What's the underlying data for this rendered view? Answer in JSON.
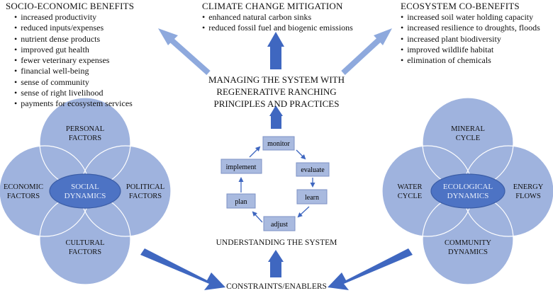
{
  "socio_economic": {
    "title": "SOCIO-ECONOMIC BENEFITS",
    "items": [
      "increased productivity",
      "reduced inputs/expenses",
      "nutrient dense products",
      "improved gut health",
      "fewer veterinary expenses",
      "financial well-being",
      "sense of community",
      "sense of right livelihood",
      "payments for ecosystem services"
    ]
  },
  "climate": {
    "title": "CLIMATE CHANGE MITIGATION",
    "items": [
      "enhanced natural carbon sinks",
      "reduced fossil fuel and biogenic emissions"
    ]
  },
  "ecosystem": {
    "title": "ECOSYSTEM CO-BENEFITS",
    "items": [
      "increased soil water holding capacity",
      "increased resilience to droughts, floods",
      "increased plant biodiversity",
      "improved wildlife habitat",
      "elimination of chemicals"
    ]
  },
  "center": {
    "title_lines": [
      "MANAGING THE SYSTEM WITH",
      "REGENERATIVE RANCHING",
      "PRINCIPLES AND PRACTICES"
    ],
    "understanding": "UNDERSTANDING THE SYSTEM",
    "constraints": "CONSTRAINTS/ENABLERS"
  },
  "cycle": {
    "steps": [
      "monitor",
      "evaluate",
      "learn",
      "adjust",
      "plan",
      "implement"
    ]
  },
  "social": {
    "center_lines": [
      "SOCIAL",
      "DYNAMICS"
    ],
    "top_lines": [
      "PERSONAL",
      "FACTORS"
    ],
    "left_lines": [
      "ECONOMIC",
      "FACTORS"
    ],
    "right_lines": [
      "POLITICAL",
      "FACTORS"
    ],
    "bottom_lines": [
      "CULTURAL",
      "FACTORS"
    ]
  },
  "ecological": {
    "center_lines": [
      "ECOLOGICAL",
      "DYNAMICS"
    ],
    "top_lines": [
      "MINERAL",
      "CYCLE"
    ],
    "left_lines": [
      "WATER",
      "CYCLE"
    ],
    "right_lines": [
      "ENERGY",
      "FLOWS"
    ],
    "bottom_lines": [
      "COMMUNITY",
      "DYNAMICS"
    ]
  },
  "colors": {
    "petal": "#9fb3de",
    "overlap": "#7a95d1",
    "center_fill": "#4d73c4",
    "center_stroke": "#3b5da6",
    "box_fill": "#a9badf",
    "box_stroke": "#7d92c4",
    "arrow_dark": "#3f67c0",
    "arrow_light": "#8ea9dd"
  }
}
